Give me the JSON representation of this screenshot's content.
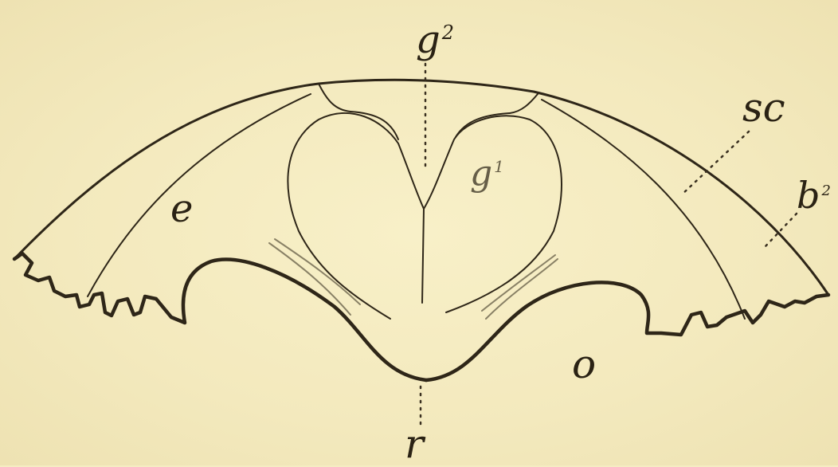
{
  "labels": {
    "g2": {
      "base": "g",
      "sup": "2"
    },
    "sc": {
      "base": "sc"
    },
    "b2": {
      "base": "b",
      "sup": "2"
    },
    "g1": {
      "base": "g",
      "sup": "1"
    },
    "e": {
      "base": "e"
    },
    "o": {
      "base": "o"
    },
    "r": {
      "base": "r"
    }
  },
  "colors": {
    "paper": "#f5ecc2",
    "ink": "#2e2618"
  }
}
